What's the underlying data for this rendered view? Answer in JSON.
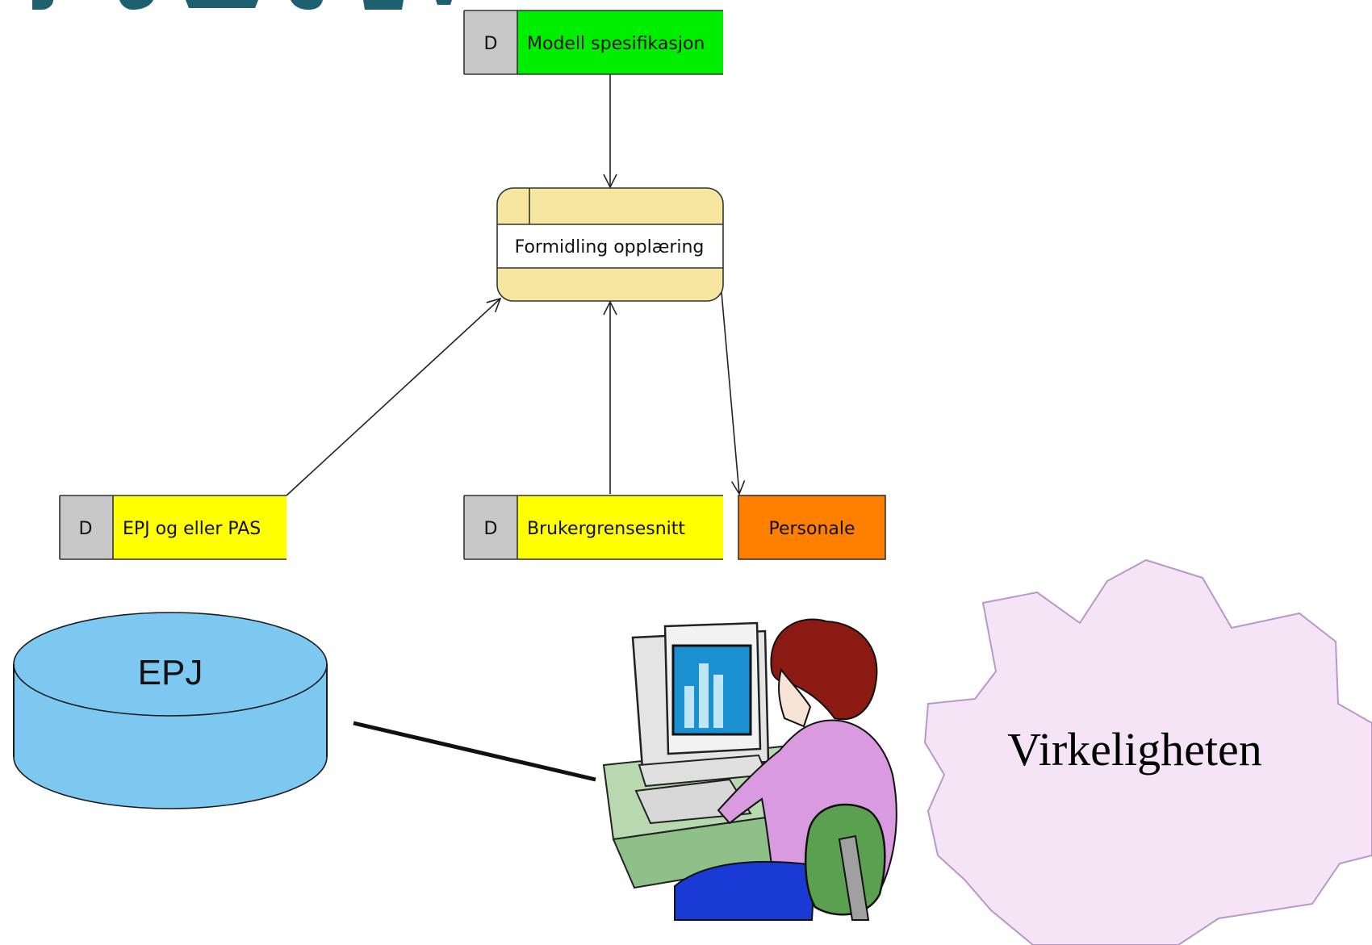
{
  "diagram": {
    "nodes": {
      "modell": {
        "tag": "D",
        "label": "Modell spesifikasjon",
        "color": "#00ee00"
      },
      "process": {
        "label": "Formidling opplæring",
        "color": "#f5e6a0"
      },
      "epj_pas": {
        "tag": "D",
        "label": "EPJ og eller PAS",
        "color": "#ffff00"
      },
      "bruker": {
        "tag": "D",
        "label": "Brukergrensesnitt",
        "color": "#ffff00"
      },
      "personale": {
        "label": "Personale",
        "color": "#ff8000"
      },
      "database": {
        "label": "EPJ",
        "color": "#7cc8f0"
      },
      "cloud": {
        "label": "Virkeligheten",
        "color": "#f4e4f6"
      }
    },
    "tag_color": "#c8c8c8",
    "edges": [
      {
        "from": "modell",
        "to": "process"
      },
      {
        "from": "epj_pas",
        "to": "process"
      },
      {
        "from": "bruker",
        "to": "process"
      },
      {
        "from": "process",
        "to": "personale"
      },
      {
        "from": "database",
        "to": "user-at-computer"
      }
    ]
  }
}
